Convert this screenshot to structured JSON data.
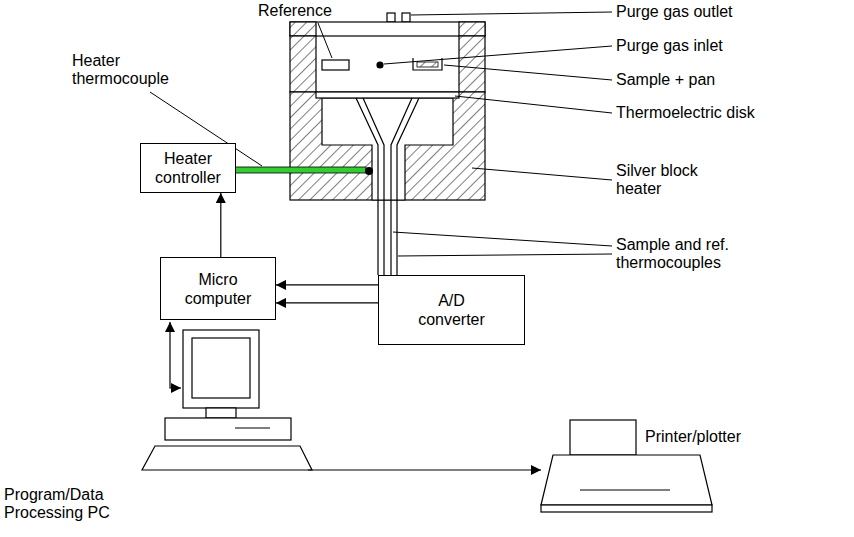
{
  "diagram": {
    "nodes": [
      {
        "text": [
          "Heater controller"
        ]
      },
      {
        "text": [
          "Micro computer"
        ]
      },
      {
        "text": [
          "A/D converter"
        ]
      }
    ],
    "edges": [
      {
        "from": 1,
        "to": 0,
        "arrow": "to"
      },
      {
        "from": 2,
        "to": 1,
        "arrow": "to"
      },
      {
        "from": 2,
        "to": 1,
        "arrow": "to"
      }
    ],
    "labels": [
      "Reference",
      "Purge gas outlet",
      "Purge gas inlet",
      "Sample + pan",
      "Thermoelectric disk",
      "Silver block heater",
      "Sample and ref. thermocouples",
      "Heater thermocouple",
      "Printer/plotter",
      "Program/Data Processing PC"
    ]
  }
}
